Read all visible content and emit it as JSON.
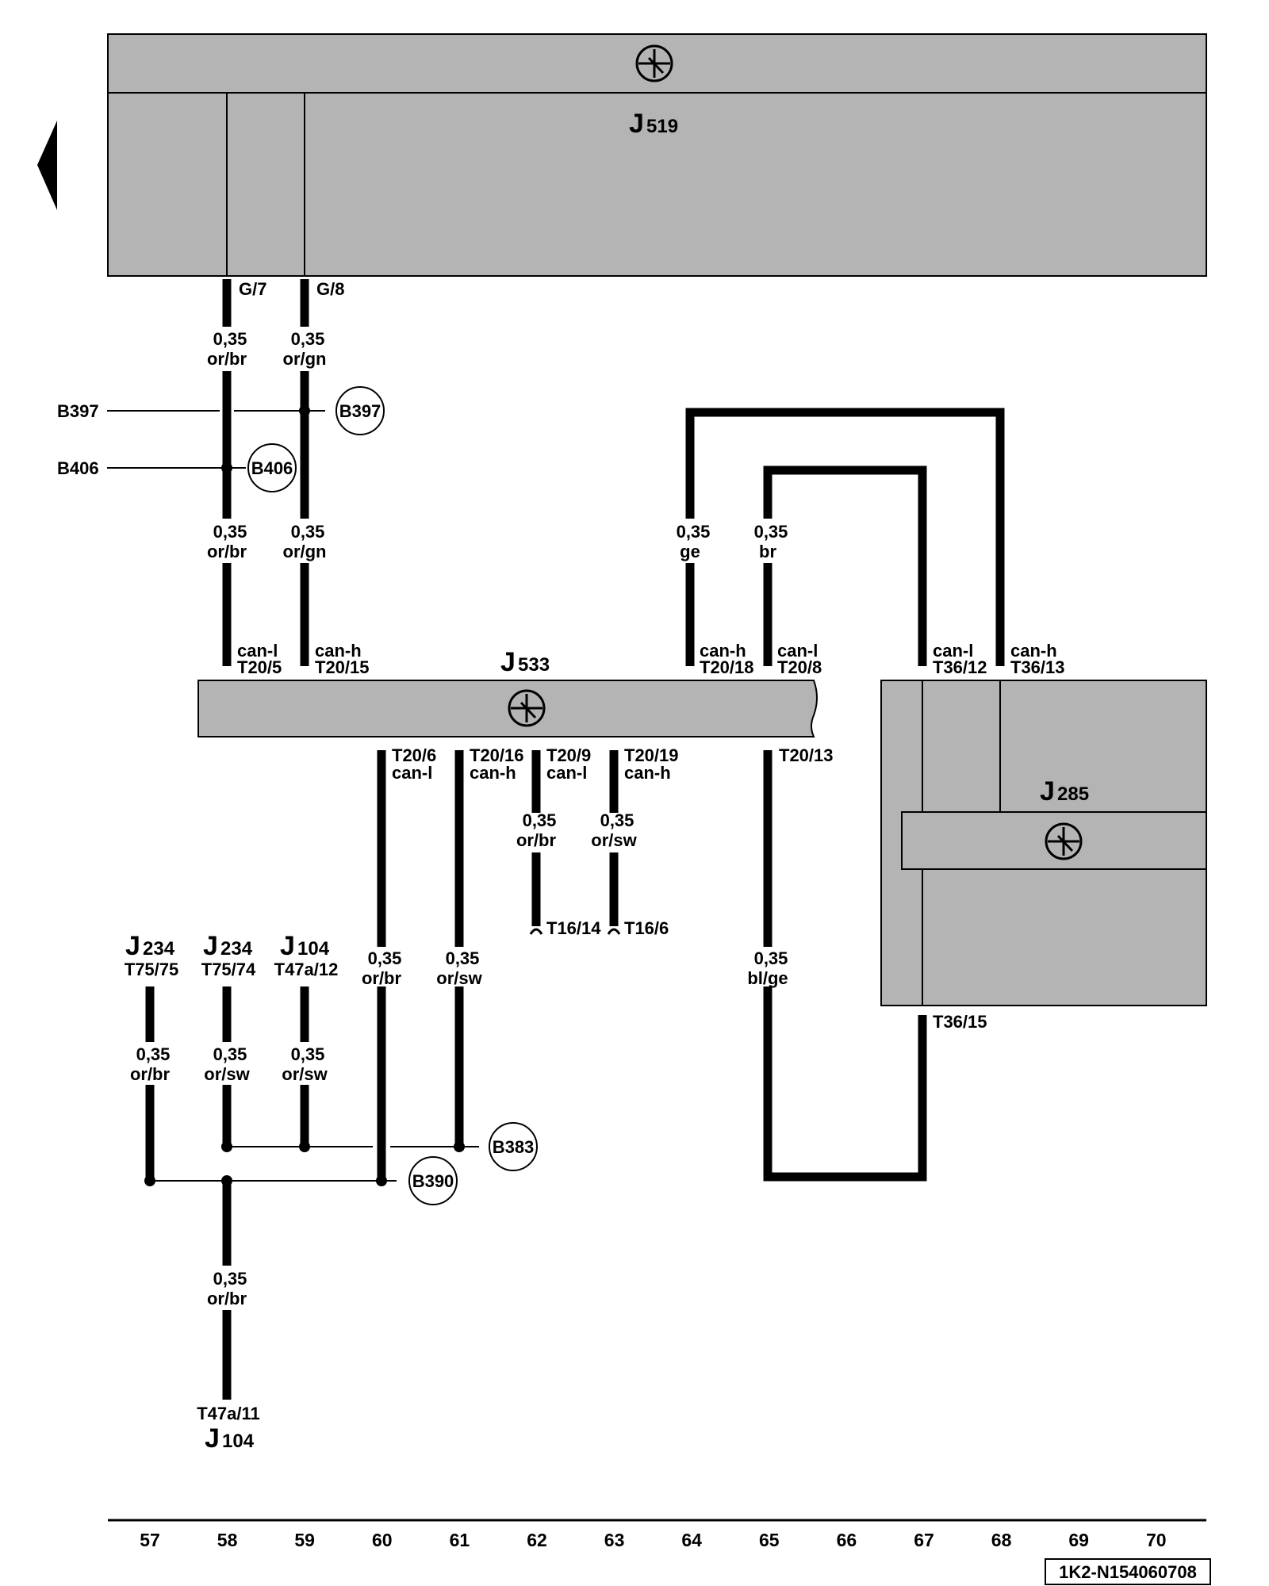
{
  "units": {
    "j519": {
      "letter": "J",
      "sub": "519"
    },
    "j533": {
      "letter": "J",
      "sub": "533"
    },
    "j285": {
      "letter": "J",
      "sub": "285"
    },
    "j234a": {
      "letter": "J",
      "sub": "234",
      "pin": "T75/75"
    },
    "j234b": {
      "letter": "J",
      "sub": "234",
      "pin": "T75/74"
    },
    "j104a": {
      "letter": "J",
      "sub": "104",
      "pin": "T47a/12"
    },
    "j104b": {
      "letter": "J",
      "sub": "104",
      "pin": "T47a/11"
    }
  },
  "pins": {
    "g7": "G/7",
    "g8": "G/8",
    "t20_5": "T20/5",
    "t20_15": "T20/15",
    "t20_18": "T20/18",
    "t20_8": "T20/8",
    "t36_12": "T36/12",
    "t36_13": "T36/13",
    "t36_15": "T36/15",
    "t20_6": "T20/6",
    "t20_16": "T20/16",
    "t20_9": "T20/9",
    "t20_19": "T20/19",
    "t20_13": "T20/13",
    "t16_14": "T16/14",
    "t16_6": "T16/6"
  },
  "signals": {
    "canl": "can-l",
    "canh": "can-h"
  },
  "wires": {
    "size": "0,35",
    "or_br": "or/br",
    "or_gn": "or/gn",
    "ge": "ge",
    "br": "br",
    "or_sw": "or/sw",
    "bl_ge": "bl/ge"
  },
  "connections": {
    "b397": "B397",
    "b406": "B406",
    "b383": "B383",
    "b390": "B390"
  },
  "footer": {
    "columns": [
      "57",
      "58",
      "59",
      "60",
      "61",
      "62",
      "63",
      "64",
      "65",
      "66",
      "67",
      "68",
      "69",
      "70"
    ],
    "code": "1K2-N154060708"
  }
}
